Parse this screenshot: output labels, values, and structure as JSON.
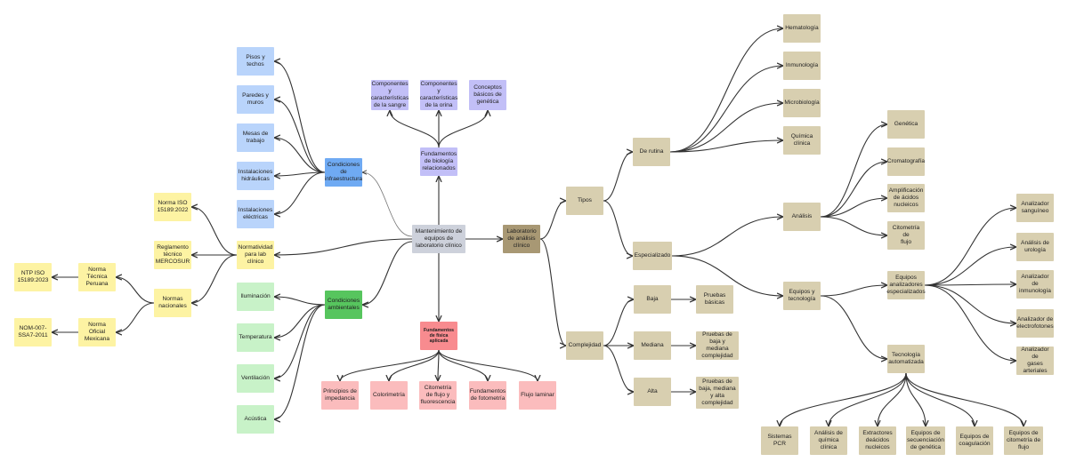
{
  "nodes": {
    "central": "Mantenimiento de\nequipos de\nlaboratorio clínico",
    "lab": "Laboratorio\nde análisis\nclínico",
    "tipos": "Tipos",
    "complejidad": "Complejidad",
    "de_rutina": "De rutina",
    "especializado": "Especializado",
    "hematologia": "Hematología",
    "inmunologia": "Inmunología",
    "microbiologia": "Microbiología",
    "quimica": "Química\nclínica",
    "analisis": "Análisis",
    "genetica": "Genética",
    "cromatografia": "Cromatografía",
    "amplificacion": "Amplificación\nde ácidos\nnucleicos",
    "citometria_flujo": "Citometría de\nflujo",
    "equipos_tecnologia": "Equipos y\ntecnología",
    "equipos_analizadores": "Equipos\nanalizadores\nespecializados",
    "tecnologia_automatizada": "Tecnología\nautomatizada",
    "an_sanguineo": "Analizador\nsanguíneo",
    "an_urologia": "Análisis de\nurología",
    "an_inmunologia": "Analizador de\ninmunología",
    "an_electrofotones": "Analizador de\nelectrofotones",
    "an_gases": "Analizador de\ngases\narteriales",
    "sistemas_pcr": "Sistemas\nPCR",
    "analisis_quimica": "Análisis de\nquímica\nclínica",
    "extractores": "Extractores\ndeácidos\nnucleicos",
    "secuenciacion": "Equipos de\nsecuenciación\nde genética",
    "coagulacion": "Equipos de\ncoagulación",
    "eq_citometria": "Equipos de\ncitometría de\nflujo",
    "baja": "Baja",
    "mediana": "Mediana",
    "alta": "Alta",
    "pruebas_basicas": "Pruebas\nbásicas",
    "pruebas_baja_mediana": "Pruebas de\nbaja y mediana\ncomplejidad",
    "pruebas_baja_mediana_alta": "Pruebas de\nbaja, mediana\ny alta\ncomplejidad",
    "fundamentos_bio": "Fundamentos\nde biología\nrelacionados",
    "comp_sangre": "Componentes\ny\ncaracterísticas\nde la sangre",
    "comp_orina": "Componentes\ny\ncaracterísticas\nde la orina",
    "conceptos_genetica": "Conceptos\nbásicos de\ngenética",
    "fundamentos_fisica": "Fundamentos\nde física\naplicada",
    "principios_impedancia": "Principios de\nimpedancia",
    "colorimetria": "Colorimetría",
    "citometria_fluorescencia": "Citometría\nde flujo y\nfluorescencia",
    "fundamentos_fotometria": "Fundamentos\nde fotometría",
    "flujo_laminar": "Flujo laminar",
    "condiciones_infra": "Condiciones\nde\ninfraestructura",
    "pisos": "Pisos y\ntechos",
    "paredes": "Paredes y\nmuros",
    "mesas": "Mesas de\ntrabajo",
    "inst_hidraulicas": "Instalaciones\nhidráulicas",
    "inst_electricas": "Instalaciones\neléctricas",
    "normatividad": "Normatividad\npara lab\nclínico",
    "norma_iso": "Norma ISO\n15189:2022",
    "reglamento": "Reglamento\ntécnico\nMERCOSUR",
    "normas_nacionales": "Normas\nnacionales",
    "norma_peruana": "Norma\nTécnica\nPeruana",
    "norma_mexicana": "Norma Oficial\nMexicana",
    "ntp_iso": "NTP ISO\n15189:2023",
    "nom": "NOM-007-\nSSA7-2011",
    "condiciones_amb": "Condiciones\nambientales",
    "iluminacion": "Iluminación",
    "temperatura": "Temperatura",
    "ventilacion": "Ventilación",
    "acustica": "Acústica"
  },
  "colors": {
    "tan": "#d8cfb0",
    "tan_dark": "#a89874",
    "gray": "#cdd1db",
    "lavender": "#c2bff7",
    "blue_light": "#b9d4fb",
    "blue_dark": "#6faaf3",
    "yellow": "#fdf3a3",
    "green_light": "#c8f2c8",
    "green_dark": "#57c55e",
    "pink": "#fbbcbd",
    "red": "#f88b8f",
    "edge": "#333333"
  }
}
